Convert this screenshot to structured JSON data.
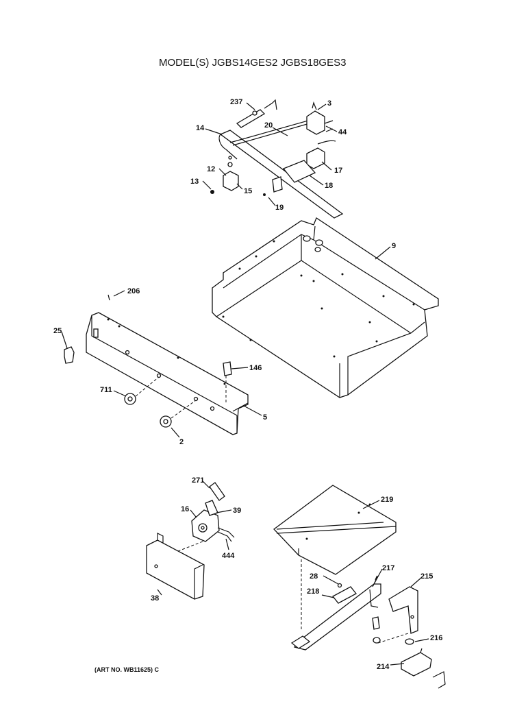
{
  "title": "MODEL(S) JGBS14GES2  JGBS18GES3",
  "art_number": "(ART NO. WB11625) C",
  "labels": {
    "p237": "237",
    "p3": "3",
    "p14": "14",
    "p20": "20",
    "p44": "44",
    "p12": "12",
    "p17": "17",
    "p13": "13",
    "p15": "15",
    "p18": "18",
    "p19": "19",
    "p9": "9",
    "p206": "206",
    "p25": "25",
    "p146": "146",
    "p711": "711",
    "p5": "5",
    "p2": "2",
    "p271": "271",
    "p16": "16",
    "p39": "39",
    "p444": "444",
    "p38": "38",
    "p219": "219",
    "p28": "28",
    "p217": "217",
    "p215": "215",
    "p218": "218",
    "p216": "216",
    "p214": "214"
  }
}
